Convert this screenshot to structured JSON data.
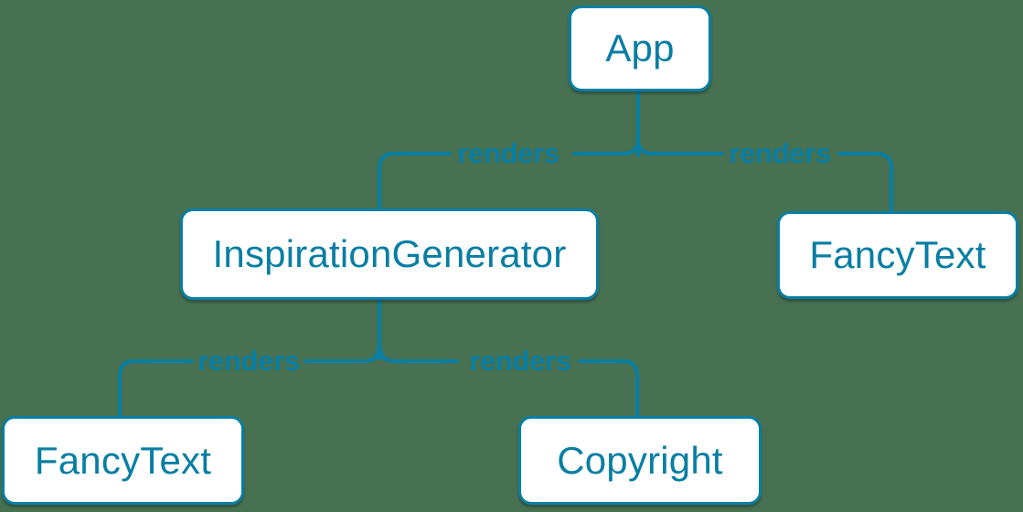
{
  "colors": {
    "background": "#477150",
    "accent": "#087EA4",
    "node_fill": "#FFFFFF"
  },
  "diagram": {
    "type": "component-render-tree",
    "nodes": {
      "app": {
        "label": "App"
      },
      "inspiration_generator": {
        "label": "InspirationGenerator"
      },
      "fancy_text_top": {
        "label": "FancyText"
      },
      "fancy_text_bottom": {
        "label": "FancyText"
      },
      "copyright": {
        "label": "Copyright"
      }
    },
    "edges": {
      "app_to_inspiration_generator": {
        "from": "App",
        "to": "InspirationGenerator",
        "label": "renders"
      },
      "app_to_fancy_text": {
        "from": "App",
        "to": "FancyText",
        "label": "renders"
      },
      "inspiration_generator_to_fancy_text": {
        "from": "InspirationGenerator",
        "to": "FancyText",
        "label": "renders"
      },
      "inspiration_generator_to_copyright": {
        "from": "InspirationGenerator",
        "to": "Copyright",
        "label": "renders"
      }
    }
  }
}
